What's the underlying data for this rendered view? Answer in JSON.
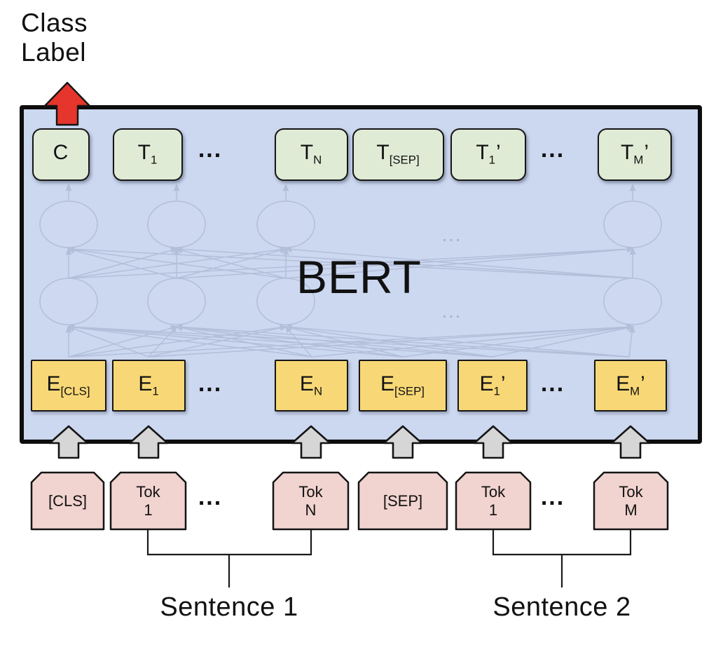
{
  "class_label": {
    "line1": "Class",
    "line2": "Label"
  },
  "bert_box": {
    "label": "BERT"
  },
  "output_row": [
    {
      "base": "C",
      "sub": "",
      "prime": ""
    },
    {
      "base": "T",
      "sub": "1",
      "prime": ""
    },
    {
      "base": "T",
      "sub": "N",
      "prime": ""
    },
    {
      "base": "T",
      "sub": "[SEP]",
      "prime": ""
    },
    {
      "base": "T",
      "sub": "1",
      "prime": "’"
    },
    {
      "base": "T",
      "sub": "M",
      "prime": "’"
    }
  ],
  "embedding_row": [
    {
      "base": "E",
      "sub": "[CLS]",
      "prime": ""
    },
    {
      "base": "E",
      "sub": "1",
      "prime": ""
    },
    {
      "base": "E",
      "sub": "N",
      "prime": ""
    },
    {
      "base": "E",
      "sub": "[SEP]",
      "prime": ""
    },
    {
      "base": "E",
      "sub": "1",
      "prime": "’"
    },
    {
      "base": "E",
      "sub": "M",
      "prime": "’"
    }
  ],
  "token_row": [
    {
      "line1": "[CLS]",
      "line2": ""
    },
    {
      "line1": "Tok",
      "line2": "1"
    },
    {
      "line1": "Tok",
      "line2": "N"
    },
    {
      "line1": "[SEP]",
      "line2": ""
    },
    {
      "line1": "Tok",
      "line2": "1"
    },
    {
      "line1": "Tok",
      "line2": "M"
    }
  ],
  "ellipsis": "...",
  "mid_ellipsis": "...",
  "sentence_labels": {
    "sentence1": "Sentence 1",
    "sentence2": "Sentence 2"
  },
  "colors": {
    "bert_box_fill": "#ccd7f0",
    "output_box_green": "#e0ebd5",
    "embedding_box_yellow": "#f8d876",
    "token_box_pink": "#f1d3cf",
    "class_arrow_red": "#e5352c",
    "input_arrow_gray": "#d6d6d6",
    "network_line": "#9fabc8"
  }
}
